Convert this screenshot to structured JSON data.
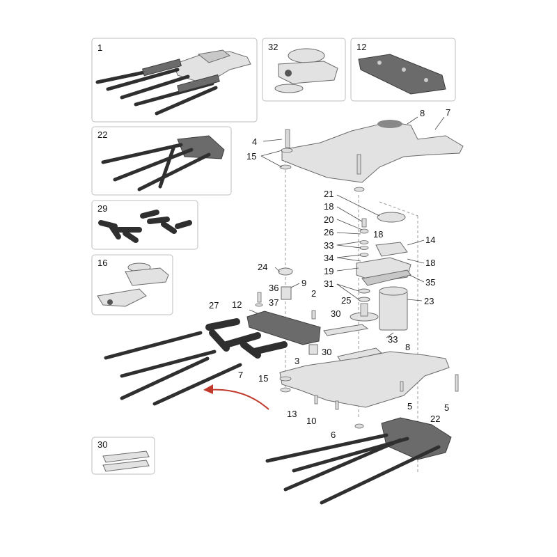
{
  "panels": [
    {
      "id": "1",
      "label": "1"
    },
    {
      "id": "32",
      "label": "32"
    },
    {
      "id": "12",
      "label": "12"
    },
    {
      "id": "22",
      "label": "22"
    },
    {
      "id": "29",
      "label": "29"
    },
    {
      "id": "16",
      "label": "16"
    },
    {
      "id": "30",
      "label": "30"
    }
  ],
  "callouts": [
    "8",
    "7",
    "4",
    "15",
    "21",
    "18",
    "20",
    "26",
    "18",
    "14",
    "33",
    "34",
    "18",
    "24",
    "19",
    "35",
    "9",
    "36",
    "31",
    "2",
    "37",
    "12",
    "25",
    "23",
    "27",
    "30",
    "33",
    "8",
    "30",
    "3",
    "7",
    "15",
    "13",
    "10",
    "6",
    "5",
    "5",
    "22"
  ],
  "colors": {
    "accent_arrow": "#c0392b",
    "part_dark": "#555555",
    "part_light": "#e2e2e2",
    "panel_border": "#bdbdbd"
  }
}
